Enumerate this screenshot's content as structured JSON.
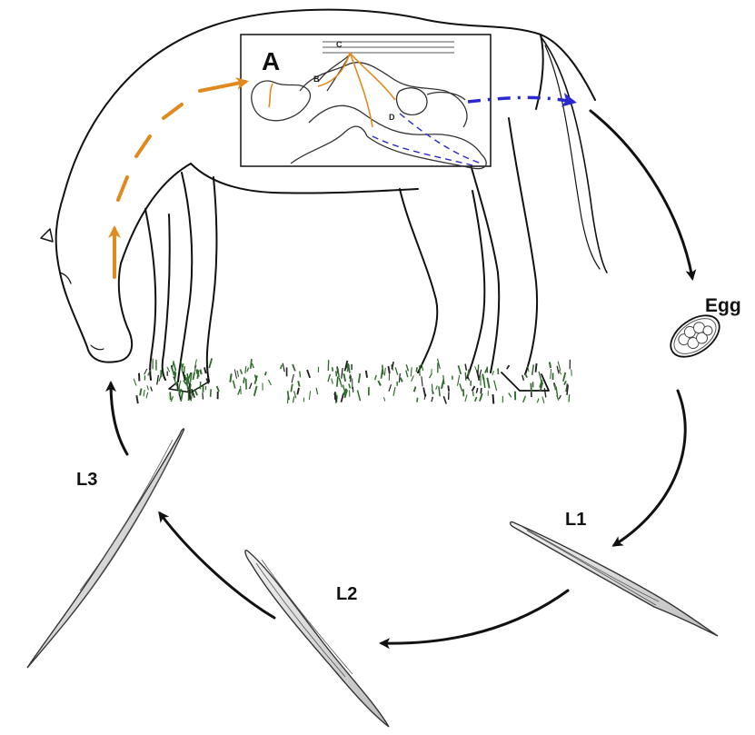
{
  "labels": {
    "inset": "A",
    "egg": "Egg",
    "l1": "L1",
    "l2": "L2",
    "l3": "L3",
    "inset_b": "B",
    "inset_c": "C",
    "inset_d": "D"
  },
  "colors": {
    "line": "#111111",
    "migration_arrow": "#e08a1e",
    "excretion_arrow": "#2a2ad0",
    "grass": "#2f6b2a",
    "larva": "#444444"
  },
  "icons": {
    "horse": "horse-outline-drawing",
    "intestine": "intestinal-tract-sketch",
    "egg": "strongyle-egg",
    "larva": "nematode-larva"
  }
}
